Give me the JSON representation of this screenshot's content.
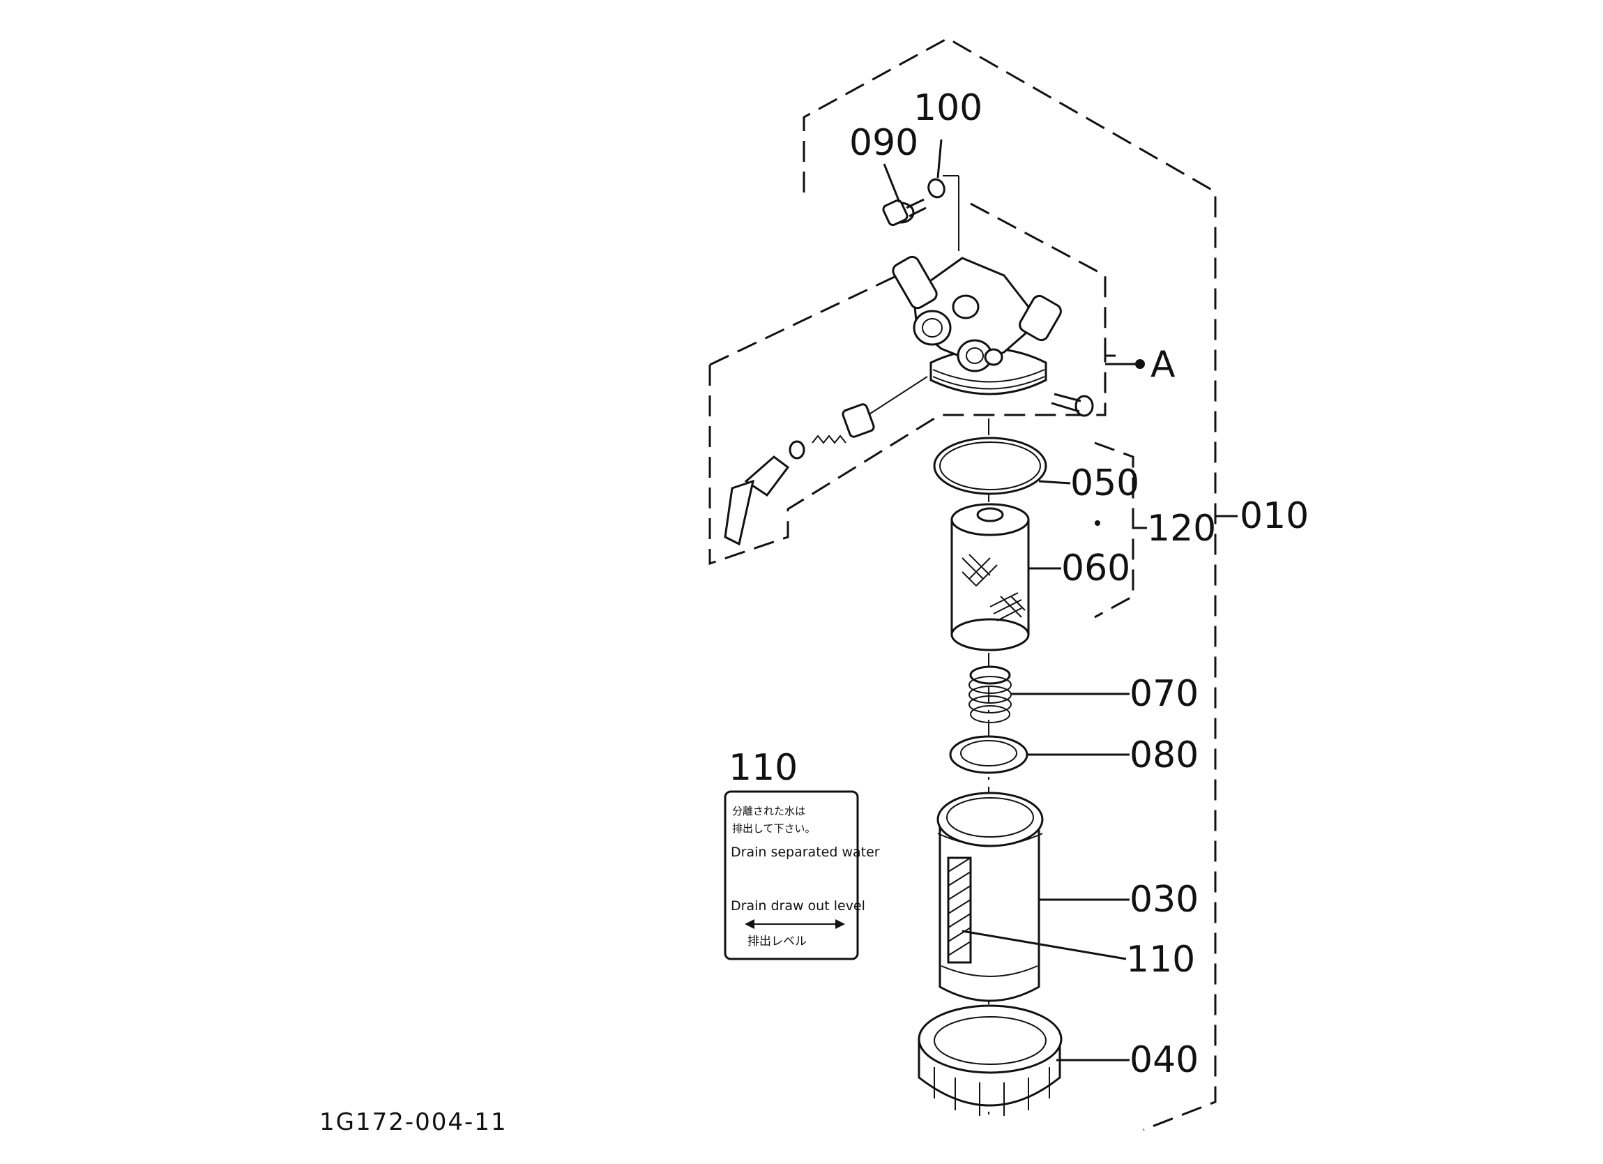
{
  "callouts": {
    "c090": "090",
    "c100": "100",
    "cA": "A",
    "c050": "050",
    "c120": "120",
    "c010": "010",
    "c060": "060",
    "c070": "070",
    "c080": "080",
    "c110_decal": "110",
    "c030": "030",
    "c110": "110",
    "c040": "040"
  },
  "decal": {
    "jp_line1": "分離された水は",
    "jp_line2": "排出して下さい。",
    "en_line1": "Drain separated water",
    "en_line2": "Drain draw out level",
    "jp_line3": "排出レベル"
  },
  "figure_ref": "1G172-004-11"
}
